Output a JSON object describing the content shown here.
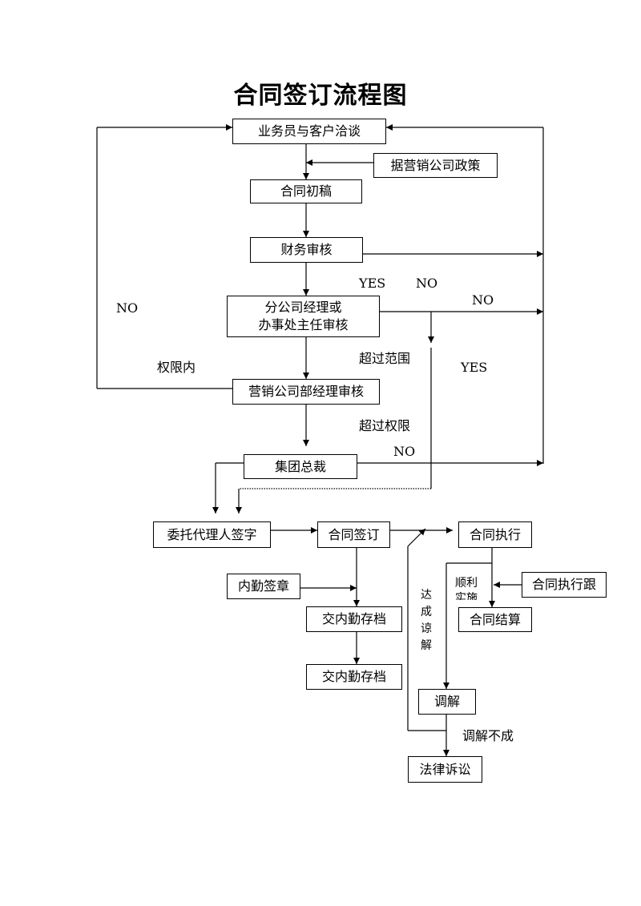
{
  "title": "合同签订流程图",
  "nodes": {
    "negotiation": "业务员与客户洽谈",
    "sales_policy": "据营销公司政策",
    "first_draft": "合同初稿",
    "finance_review": "财务审核",
    "branch_review_line1": "分公司经理或",
    "branch_review_line2": "办事处主任审核",
    "marketing_review": "营销公司部经理审核",
    "group_president": "集团总裁",
    "agent_sign": "委托代理人签字",
    "contract_sign": "合同签订",
    "internal_seal": "内勤签章",
    "archive_1": "交内勤存档",
    "archive_2": "交内勤存档",
    "contract_execution": "合同执行",
    "execution_follow": "合同执行跟",
    "settlement": "合同结算",
    "mediation": "调解",
    "litigation": "法律诉讼"
  },
  "labels": {
    "yes_1": "YES",
    "no_1": "NO",
    "no_left": "NO",
    "no_2": "NO",
    "exceed_scope": "超过范围",
    "yes_2": "YES",
    "within_authority": "权限内",
    "exceed_authority": "超过权限",
    "no_3": "NO",
    "smooth_impl_1": "顺利",
    "smooth_impl_2": "实施",
    "agreement": [
      "达",
      "成",
      "谅",
      "解"
    ],
    "mediation_failed": "调解不成"
  }
}
